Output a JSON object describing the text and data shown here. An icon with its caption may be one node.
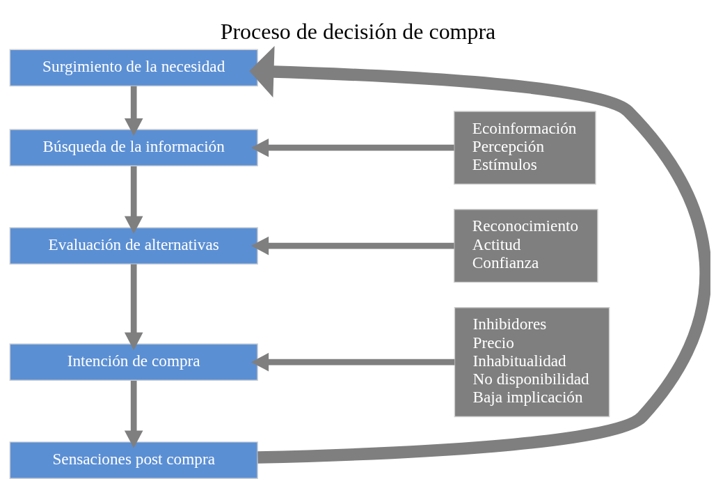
{
  "diagram": {
    "title": "Proceso de decisión de compra",
    "nodes": [
      {
        "text": [
          "Surgimiento de la necesidad"
        ]
      },
      {
        "text": [
          "Búsqueda de la información"
        ]
      },
      {
        "text": [
          "Evaluación de alternativas"
        ]
      },
      {
        "text": [
          "Intención de compra"
        ]
      },
      {
        "text": [
          "Sensaciones post compra"
        ]
      },
      {
        "text": [
          "Ecoinformación",
          "Percepción",
          "Estímulos"
        ]
      },
      {
        "text": [
          "Reconocimiento",
          "Actitud",
          "Confianza"
        ]
      },
      {
        "text": [
          "Inhibidores",
          "Precio",
          "Inhabitualidad",
          "No disponibilidad",
          "Baja implicación"
        ]
      }
    ],
    "edges": [
      {
        "from": 0,
        "to": 1,
        "arrow": "to"
      },
      {
        "from": 1,
        "to": 2,
        "arrow": "to"
      },
      {
        "from": 2,
        "to": 3,
        "arrow": "to"
      },
      {
        "from": 3,
        "to": 4,
        "arrow": "to"
      },
      {
        "from": 5,
        "to": 1,
        "arrow": "to"
      },
      {
        "from": 6,
        "to": 2,
        "arrow": "to"
      },
      {
        "from": 7,
        "to": 3,
        "arrow": "to"
      },
      {
        "from": 4,
        "to": 0,
        "arrow": "to",
        "style": "thick"
      }
    ]
  }
}
